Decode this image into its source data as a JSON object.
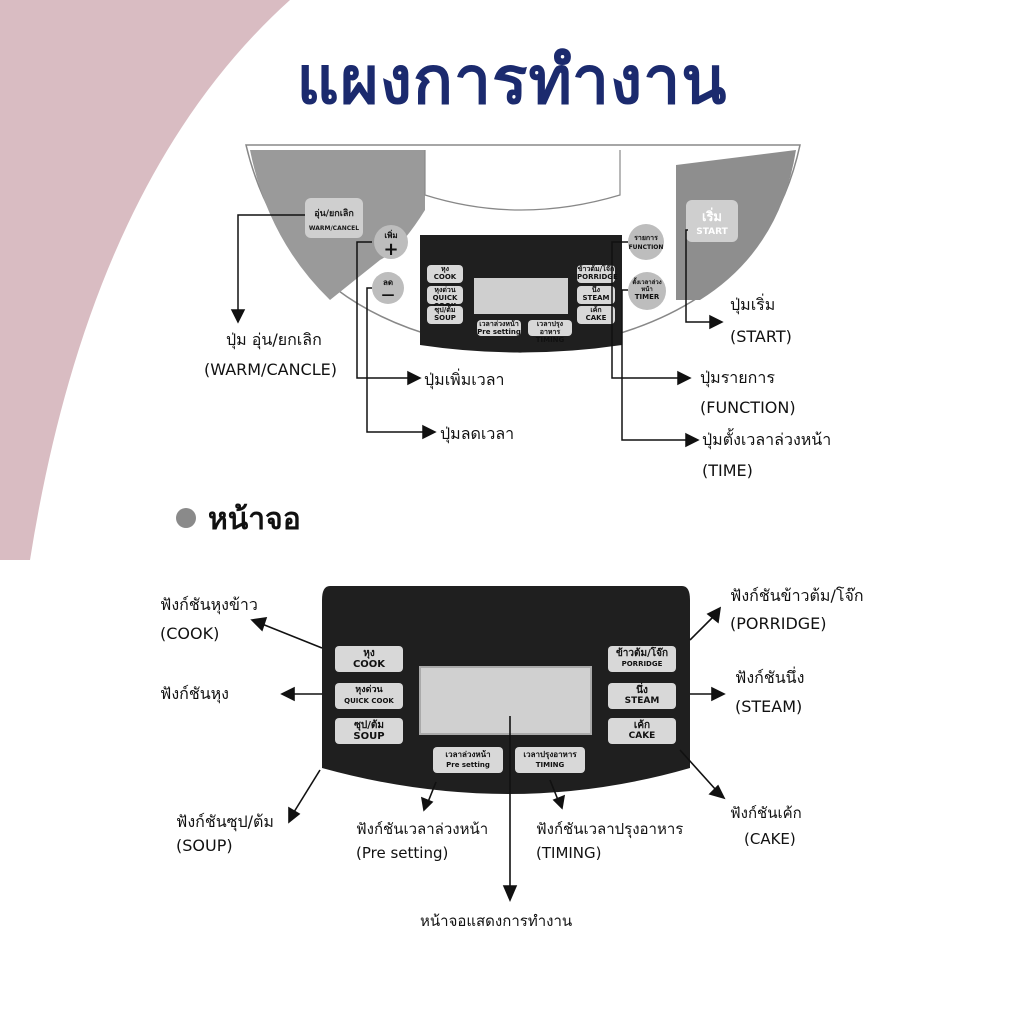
{
  "title": "แผงการทำงาน",
  "panel": {
    "warm_cancel_th": "อุ่น/ยกเลิก",
    "warm_cancel_en": "WARM/CANCEL",
    "plus_th": "เพิ่ม",
    "plus_symbol": "+",
    "minus_th": "ลด",
    "minus_symbol": "—",
    "function_th": "รายการ",
    "function_en": "FUNCTION",
    "timer_th": "ตั้งเวลาล่วงหน้า",
    "timer_en": "TIMER",
    "start_th": "เริ่ม",
    "start_en": "START"
  },
  "buttons": {
    "cook_th": "หุง",
    "cook_en": "COOK",
    "quick_th": "หุงด่วน",
    "quick_en": "QUICK COOK",
    "soup_th": "ซุป/ต้ม",
    "soup_en": "SOUP",
    "porridge_th": "ข้าวต้ม/โจ๊ก",
    "porridge_en": "PORRIDGE",
    "steam_th": "นึ่ง",
    "steam_en": "STEAM",
    "cake_th": "เค้ก",
    "cake_en": "CAKE",
    "presetting_th": "เวลาล่วงหน้า",
    "presetting_en": "Pre setting",
    "timing_th": "เวลาปรุงอาหาร",
    "timing_en": "TIMING"
  },
  "callouts_top": {
    "warm_th": "ปุ่ม อุ่น/ยกเลิก",
    "warm_en": "(WARM/CANCLE)",
    "plus": "ปุ่มเพิ่มเวลา",
    "minus": "ปุ่มลดเวลา",
    "start_th": "ปุ่มเริ่ม",
    "start_en": "(START)",
    "function_th": "ปุ่มรายการ",
    "function_en": "(FUNCTION)",
    "time_th": "ปุ่มตั้งเวลาล่วงหน้า",
    "time_en": "(TIME)"
  },
  "section_title": "หน้าจอ",
  "callouts_bottom": {
    "cook_th": "ฟังก์ชันหุงข้าว",
    "cook_en": "(COOK)",
    "quick_th": "ฟังก์ชันหุง",
    "soup_th": "ฟังก์ชันซุป/ต้ม",
    "soup_en": "(SOUP)",
    "pre_th": "ฟังก์ชันเวลาล่วงหน้า",
    "pre_en": "(Pre setting)",
    "timing_th": "ฟังก์ชันเวลาปรุงอาหาร",
    "timing_en": "(TIMING)",
    "display": "หน้าจอแสดงการทำงาน",
    "porridge_th": "ฟังก์ชันข้าวต้ม/โจ๊ก",
    "porridge_en": "(PORRIDGE)",
    "steam_th": "ฟังก์ชันนึ่ง",
    "steam_en": "(STEAM)",
    "cake_th": "ฟังก์ชันเค้ก",
    "cake_en": "(CAKE)"
  },
  "colors": {
    "background_arc": "#d9bcc2",
    "title": "#1b2a6e",
    "panel_dark": "#1f1f1f",
    "panel_gray": "#9a9a9a"
  }
}
